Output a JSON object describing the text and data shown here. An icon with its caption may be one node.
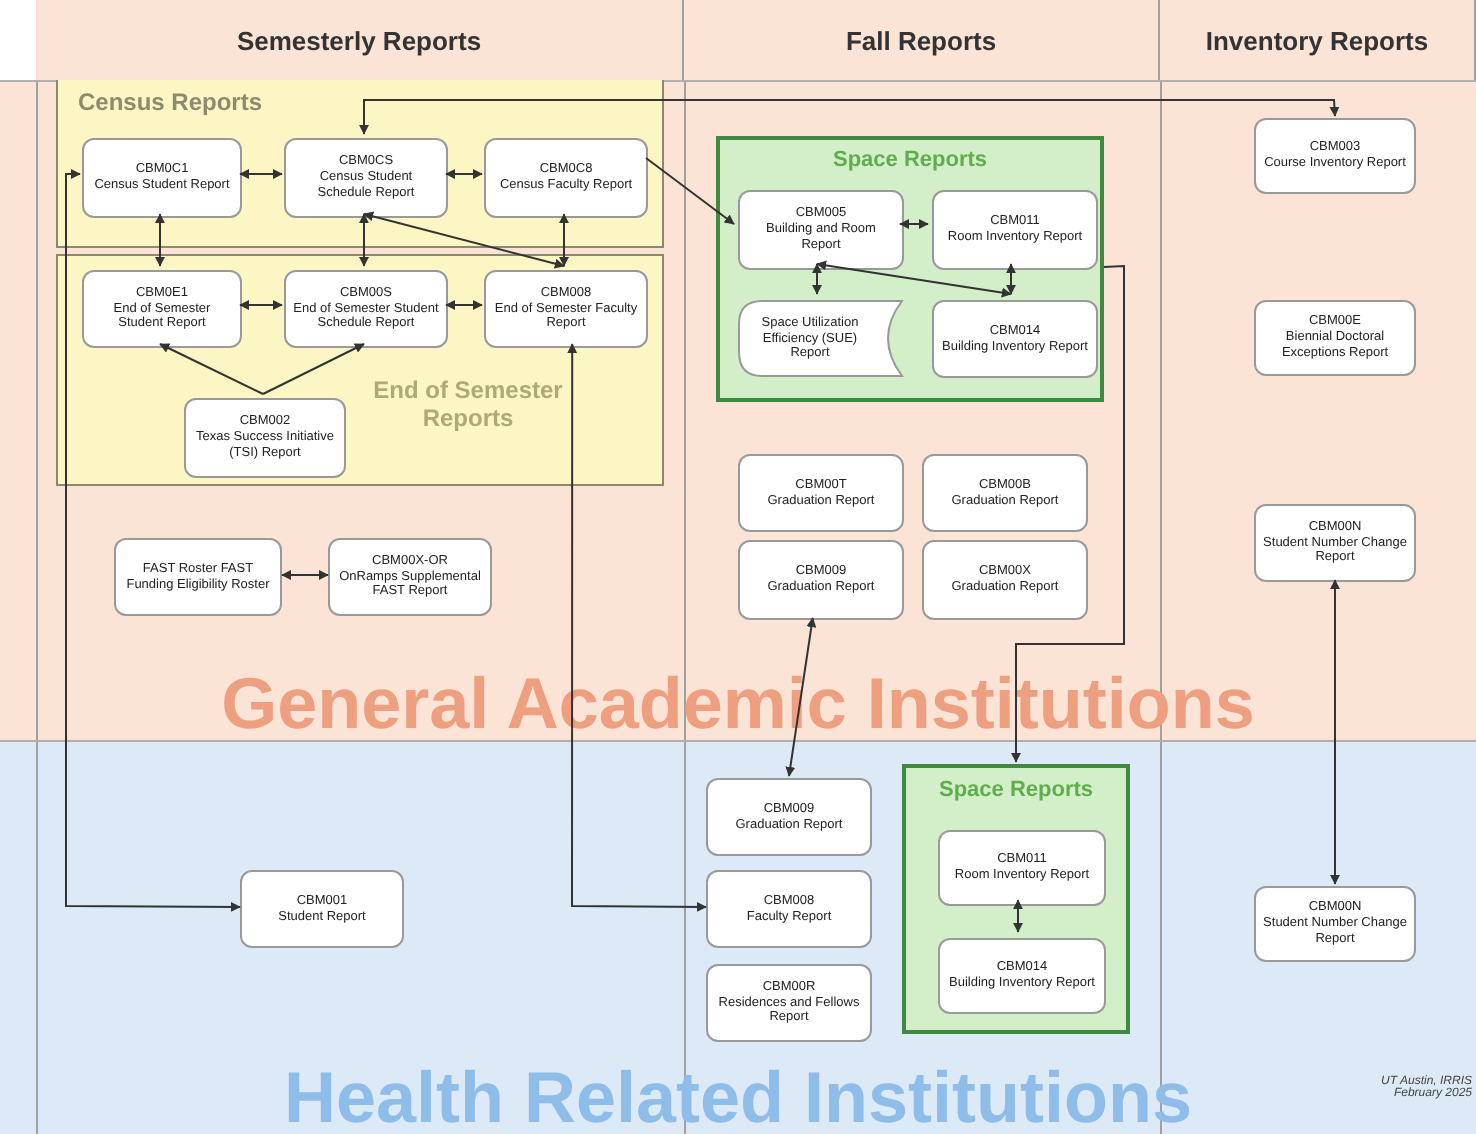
{
  "diagram": {
    "nodes": [
      {
        "text": [
          "Semesterly Reports"
        ]
      },
      {
        "text": [
          "Fall Reports"
        ]
      },
      {
        "text": [
          "Inventory Reports"
        ]
      },
      {
        "text": [
          "General Academic Institutions"
        ]
      },
      {
        "text": [
          "Health Related Institutions"
        ]
      },
      {
        "text": [
          "Census Reports"
        ],
        "in": 3
      },
      {
        "text": [
          "CBM0C1",
          "Census Student Report"
        ],
        "in": 5
      },
      {
        "text": [
          "CBM0CS",
          "Census Student Schedule Report"
        ],
        "in": 5
      },
      {
        "text": [
          "CBM0C8",
          "Census Faculty Report"
        ],
        "in": 5
      },
      {
        "text": [
          "End of Semester Reports"
        ],
        "in": 3
      },
      {
        "text": [
          "CBM0E1",
          "End of Semester Student Report"
        ],
        "in": 9
      },
      {
        "text": [
          "CBM00S",
          "End of Semester Student Schedule Report"
        ],
        "in": 9
      },
      {
        "text": [
          "CBM008",
          "End of Semester Faculty Report"
        ],
        "in": 9
      },
      {
        "text": [
          "CBM002",
          "Texas Success Initiative (TSI) Report"
        ],
        "in": 9
      },
      {
        "text": [
          "FAST Roster FAST Funding Eligibility Roster"
        ],
        "in": 3
      },
      {
        "text": [
          "CBM00X-OR",
          "OnRamps Supplemental FAST Report"
        ],
        "in": 3
      },
      {
        "text": [
          "CBM001",
          "Student Report"
        ],
        "in": 4
      },
      {
        "text": [
          "Space Reports"
        ],
        "in": 3
      },
      {
        "text": [
          "CBM005",
          "Building and Room Report"
        ],
        "in": 17
      },
      {
        "text": [
          "CBM011",
          "Room Inventory Report"
        ],
        "in": 17
      },
      {
        "text": [
          "Space Utilization Efficiency (SUE) Report"
        ],
        "in": 17
      },
      {
        "text": [
          "CBM014",
          "Building Inventory Report"
        ],
        "in": 17
      },
      {
        "text": [
          "CBM00T",
          "Graduation Report"
        ],
        "in": 3
      },
      {
        "text": [
          "CBM00B",
          "Graduation Report"
        ],
        "in": 3
      },
      {
        "text": [
          "CBM009",
          "Graduation Report"
        ],
        "in": 3
      },
      {
        "text": [
          "CBM00X",
          "Graduation Report"
        ],
        "in": 3
      },
      {
        "text": [
          "CBM009",
          "Graduation Report"
        ],
        "in": 4
      },
      {
        "text": [
          "CBM008",
          "Faculty Report"
        ],
        "in": 4
      },
      {
        "text": [
          "CBM00R",
          "Residences and Fellows Report"
        ],
        "in": 4
      },
      {
        "text": [
          "Space Reports"
        ],
        "in": 4
      },
      {
        "text": [
          "CBM011",
          "Room Inventory Report"
        ],
        "in": 29
      },
      {
        "text": [
          "CBM014",
          "Building Inventory Report"
        ],
        "in": 29
      },
      {
        "text": [
          "CBM003",
          "Course Inventory Report"
        ],
        "in": 3
      },
      {
        "text": [
          "CBM00E",
          "Biennial Doctoral Exceptions Report"
        ],
        "in": 3
      },
      {
        "text": [
          "CBM00N",
          "Student Number Change Report"
        ],
        "in": 3
      },
      {
        "text": [
          "CBM00N",
          "Student Number Change Report"
        ],
        "in": 4
      }
    ],
    "edges": [
      {
        "from": 6,
        "to": 7,
        "arrow": "both"
      },
      {
        "from": 7,
        "to": 8,
        "arrow": "both"
      },
      {
        "from": 6,
        "to": 10,
        "arrow": "both"
      },
      {
        "from": 7,
        "to": 11,
        "arrow": "both"
      },
      {
        "from": 8,
        "to": 12,
        "arrow": "both"
      },
      {
        "from": 10,
        "to": 11,
        "arrow": "both"
      },
      {
        "from": 11,
        "to": 12,
        "arrow": "both"
      },
      {
        "from": 7,
        "to": 12,
        "arrow": "both"
      },
      {
        "from": 13,
        "to": 10,
        "arrow": "to"
      },
      {
        "from": 13,
        "to": 11,
        "arrow": "to"
      },
      {
        "from": 14,
        "to": 15,
        "arrow": "both"
      },
      {
        "from": 6,
        "to": 16,
        "arrow": "both"
      },
      {
        "from": 12,
        "to": 27,
        "arrow": "both"
      },
      {
        "from": 7,
        "to": 32,
        "arrow": "both"
      },
      {
        "from": 8,
        "to": 18,
        "arrow": "to"
      },
      {
        "from": 18,
        "to": 19,
        "arrow": "both"
      },
      {
        "from": 18,
        "to": 20,
        "arrow": "both"
      },
      {
        "from": 18,
        "to": 21,
        "arrow": "both"
      },
      {
        "from": 19,
        "to": 21,
        "arrow": "both"
      },
      {
        "from": 17,
        "to": 29,
        "arrow": "to"
      },
      {
        "from": 24,
        "to": 26,
        "arrow": "both"
      },
      {
        "from": 30,
        "to": 31,
        "arrow": "both"
      },
      {
        "from": 34,
        "to": 35,
        "arrow": "both"
      }
    ],
    "labels": [
      "UT Austin, IRRIS February 2025"
    ]
  }
}
